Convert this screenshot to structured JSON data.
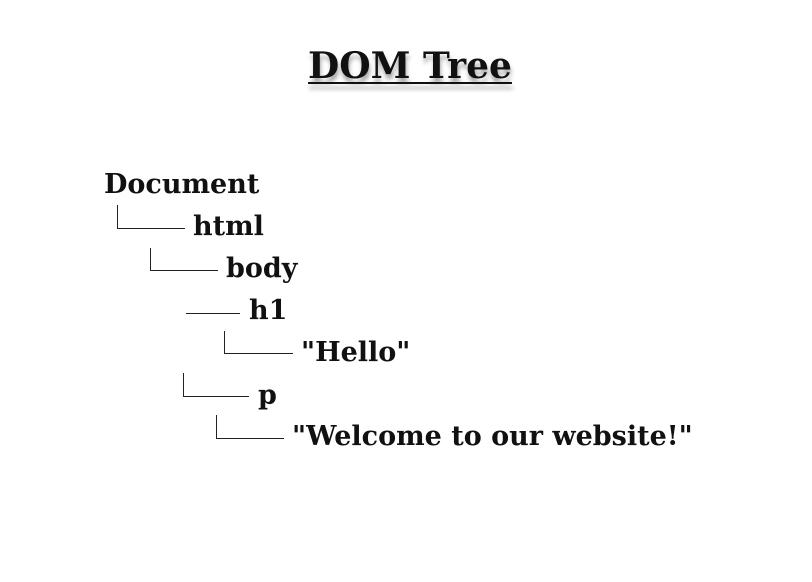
{
  "title": "DOM Tree",
  "tree": {
    "root": "Document",
    "html": "html",
    "body": "body",
    "h1": "h1",
    "h1_text": "\"Hello\"",
    "p": "p",
    "p_text": "\"Welcome to our website!\""
  }
}
